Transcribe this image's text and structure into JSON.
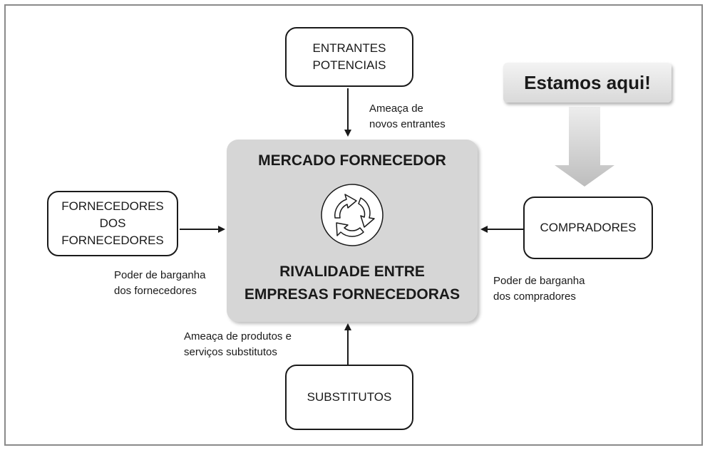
{
  "boxes": {
    "entrantes": "ENTRANTES\nPOTENCIAIS",
    "fornecedores": "FORNECEDORES\nDOS\nFORNECEDORES",
    "compradores": "COMPRADORES",
    "substitutos": "SUBSTITUTOS"
  },
  "center": {
    "title": "MERCADO FORNECEDOR",
    "rivalry": "RIVALIDADE ENTRE\nEMPRESAS FORNECEDORAS"
  },
  "labels": {
    "novos_entrantes": "Ameaça de\nnovos entrantes",
    "barganha_fornecedores": "Poder de barganha\ndos fornecedores",
    "barganha_compradores": "Poder de barganha\ndos compradores",
    "substitutos": "Ameaça de produtos e\nserviços substitutos"
  },
  "callout": {
    "text": "Estamos aqui!"
  },
  "icons": {
    "cycle": "recycle-cycle-icon",
    "pointer": "down-arrow-icon"
  }
}
